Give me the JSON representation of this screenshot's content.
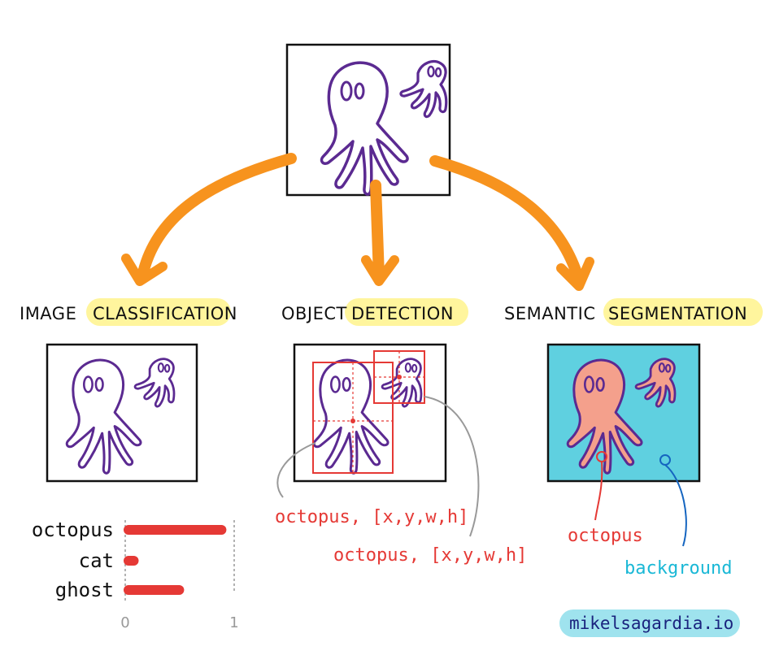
{
  "tasks": [
    {
      "prefix": "IMAGE",
      "highlight": "CLASSIFICATION"
    },
    {
      "prefix": "OBJECT",
      "highlight": "DETECTION"
    },
    {
      "prefix": "SEMANTIC",
      "highlight": "SEGMENTATION"
    }
  ],
  "classification": {
    "classes": [
      "octopus",
      "cat",
      "ghost"
    ],
    "scores": [
      0.88,
      0.05,
      0.48
    ],
    "axis_min": "0",
    "axis_max": "1"
  },
  "detection": {
    "label1": "octopus, [x,y,w,h]",
    "label2": "octopus, [x,y,w,h]"
  },
  "segmentation": {
    "label_object": "octopus",
    "label_background": "background"
  },
  "credit": "mikelsagardia.io",
  "colors": {
    "arrow": "#f7931e",
    "octopus_stroke": "#5b2a91",
    "detection": "#e53935",
    "segmentation_bg": "#5fd0e0",
    "segmentation_object": "#f4a08c",
    "background_label": "#1ab8d6",
    "highlight": "#fff59d",
    "bar": "#e53935"
  }
}
